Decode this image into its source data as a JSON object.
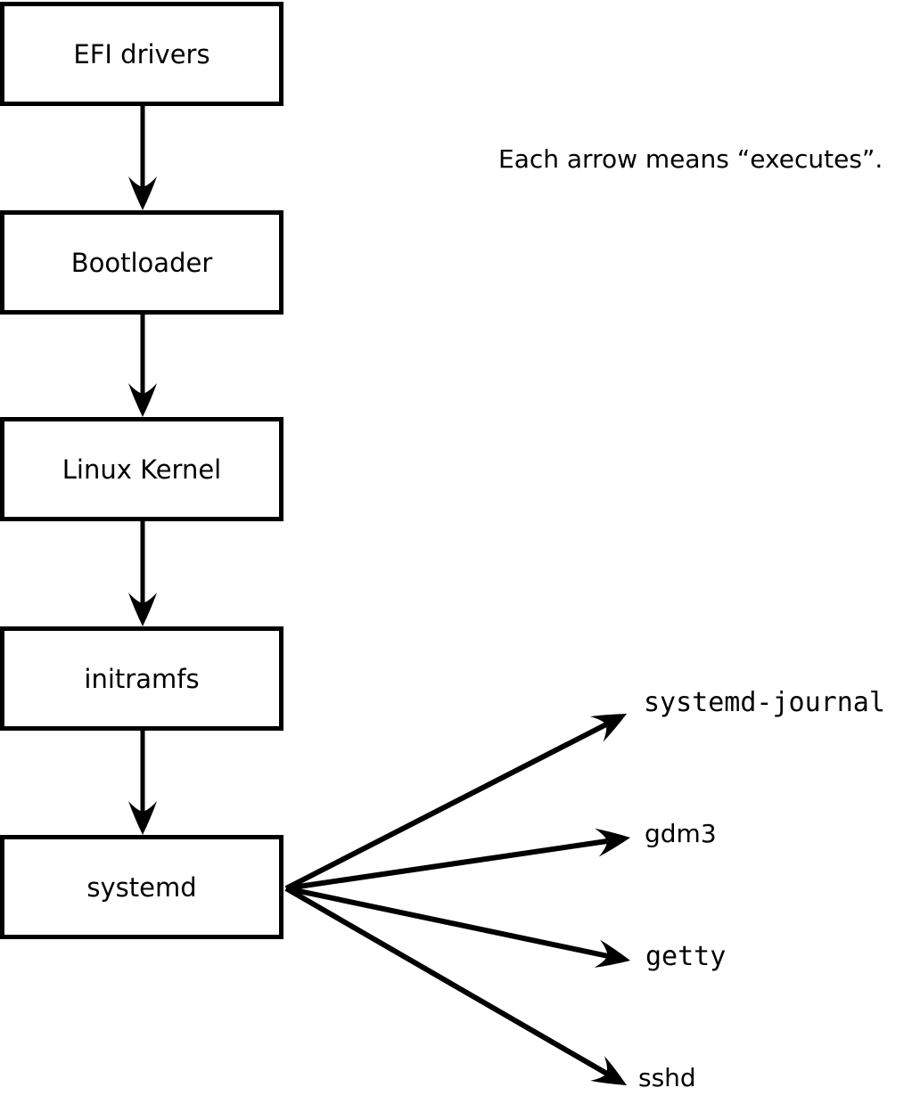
{
  "note": "Each arrow means “executes”.",
  "boxes": [
    {
      "label": "EFI drivers"
    },
    {
      "label": "Bootloader"
    },
    {
      "label": "Linux Kernel"
    },
    {
      "label": "initramfs"
    },
    {
      "label": "systemd"
    }
  ],
  "spawned": [
    {
      "label": "systemd-journal"
    },
    {
      "label": "gdm3"
    },
    {
      "label": "getty"
    },
    {
      "label": "sshd"
    }
  ],
  "arrow_meaning": "executes",
  "colors": {
    "line": "#000000",
    "text": "#000000",
    "box_fill": "#ffffff",
    "background": "#ffffff"
  }
}
